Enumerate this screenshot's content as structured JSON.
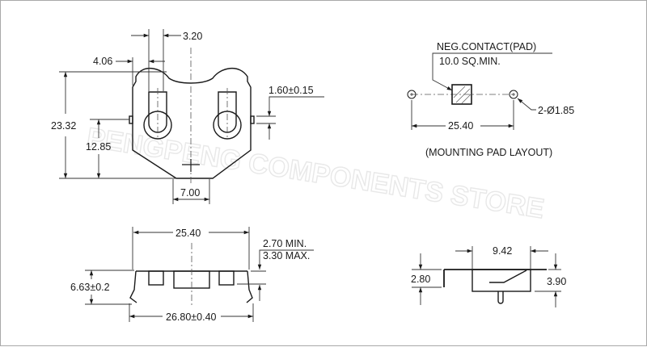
{
  "watermark": "PENGPENG COMPONENTS STORE",
  "top_view": {
    "dim_slot_width": "3.20",
    "dim_slot_offset": "4.06",
    "dim_overall_height": "23.32",
    "dim_tab_height": "12.85",
    "dim_bottom_width": "7.00",
    "dim_side_tab": "1.60±0.15"
  },
  "pad_layout": {
    "callout_line1": "NEG.CONTACT(PAD)",
    "callout_line2": "10.0 SQ.MIN.",
    "hole_callout": "2-Ø1.85",
    "dim_pitch": "25.40",
    "caption": "(MOUNTING PAD LAYOUT)"
  },
  "front_view": {
    "dim_pitch": "25.40",
    "dim_clearance_min": "2.70 MIN.",
    "dim_clearance_max": "3.30 MAX.",
    "dim_height": "6.63±0.2",
    "dim_overall_width": "26.80±0.40"
  },
  "side_view": {
    "dim_width": "9.42",
    "dim_left_height": "2.80",
    "dim_right_height": "3.90"
  }
}
